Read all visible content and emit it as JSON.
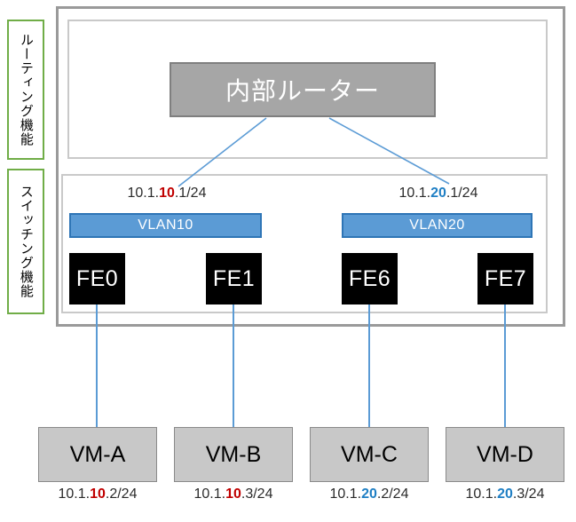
{
  "diagram": {
    "title": "VLAN router-on-a-stick network diagram",
    "colors": {
      "vlan_bar": "#5B9BD5",
      "vlan_bar_border": "#2E75B6",
      "router_fill": "#A6A6A6",
      "router_border": "#7F7F7F",
      "port_fill": "#000000",
      "vm_fill": "#C8C8C8",
      "vm_border": "#8A8A8A",
      "side_label_border": "#70AD47",
      "link": "#5B9BD5",
      "ip_accent_red": "#C00000",
      "ip_accent_blue": "#1F7FC4",
      "frame_outer": "#9A9A9A",
      "frame_inner": "#C9C9C9"
    }
  },
  "side_labels": {
    "routing": "ルーティング機能",
    "switching": "スイッチング機能"
  },
  "router": {
    "label": "内部ルーター"
  },
  "gateways": [
    {
      "id": "vlan10-gateway",
      "prefix": "10.1.",
      "octet": "10",
      "suffix": ".1/24",
      "accent": "red"
    },
    {
      "id": "vlan20-gateway",
      "prefix": "10.1.",
      "octet": "20",
      "suffix": ".1/24",
      "accent": "blue"
    }
  ],
  "vlans": [
    {
      "id": "vlan10",
      "label": "VLAN10"
    },
    {
      "id": "vlan20",
      "label": "VLAN20"
    }
  ],
  "ports": [
    {
      "id": "fe0",
      "label": "FE0"
    },
    {
      "id": "fe1",
      "label": "FE1"
    },
    {
      "id": "fe6",
      "label": "FE6"
    },
    {
      "id": "fe7",
      "label": "FE7"
    }
  ],
  "vms": [
    {
      "id": "vm-a",
      "label": "VM-A",
      "ip": {
        "prefix": "10.1.",
        "octet": "10",
        "suffix": ".2/24",
        "accent": "red"
      }
    },
    {
      "id": "vm-b",
      "label": "VM-B",
      "ip": {
        "prefix": "10.1.",
        "octet": "10",
        "suffix": ".3/24",
        "accent": "red"
      }
    },
    {
      "id": "vm-c",
      "label": "VM-C",
      "ip": {
        "prefix": "10.1.",
        "octet": "20",
        "suffix": ".2/24",
        "accent": "blue"
      }
    },
    {
      "id": "vm-d",
      "label": "VM-D",
      "ip": {
        "prefix": "10.1.",
        "octet": "20",
        "suffix": ".3/24",
        "accent": "blue"
      }
    }
  ]
}
